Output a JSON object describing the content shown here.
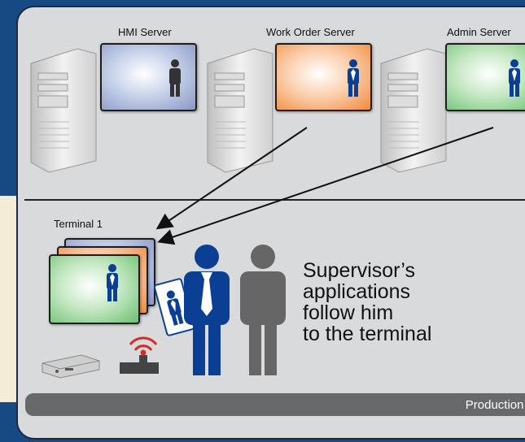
{
  "servers": [
    {
      "label": "HMI Server",
      "user": "gray"
    },
    {
      "label": "Work Order Server",
      "user": "blue"
    },
    {
      "label": "Admin Server",
      "user": "blue"
    }
  ],
  "terminal": {
    "label": "Terminal 1"
  },
  "caption": {
    "lines": [
      "Supervisor’s",
      "applications",
      "follow him",
      "to the terminal"
    ]
  },
  "production_line": {
    "label": "Production line"
  },
  "colors": {
    "background": "#174a82",
    "panel": "#d8dadc",
    "hmi": "#8a97c4",
    "work_order": "#f08a3c",
    "admin": "#6cc070",
    "supervisor": "#0a3f93",
    "other_user": "#666666",
    "signal": "#e0271e"
  }
}
